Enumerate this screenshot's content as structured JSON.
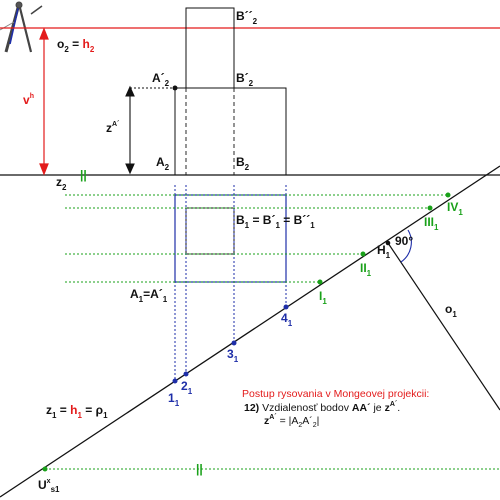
{
  "labels": {
    "b2pp": "B´´",
    "b2pp_sub": "2",
    "o2": "o",
    "o2_sub": "2",
    "o2_eq": "=",
    "h2": "h",
    "h2_sub": "2",
    "a2p": "A´",
    "a2p_sub": "2",
    "b2p": "B´",
    "b2p_sub": "2",
    "vh": "v",
    "vh_sup": "h",
    "za": "z",
    "za_sup": "A´",
    "a2": "A",
    "a2_sub": "2",
    "b2": "B",
    "b2_sub": "2",
    "z2": "z",
    "z2_sub": "2",
    "b1": "B",
    "b1_sub": "1",
    "b1_rest": "= B´",
    "b1_rest_sub": "1",
    "b1_rest2": "= B´´",
    "b1_rest2_sub": "1",
    "a1": "A",
    "a1_sub": "1",
    "a1_eq": "=A´",
    "a1_eq_sub": "1",
    "angle": "90°",
    "h1": "H",
    "h1_sub": "1",
    "o1": "o",
    "o1_sub": "1",
    "iv1": "IV",
    "iv1_sub": "1",
    "iii1": "III",
    "iii1_sub": "1",
    "ii1": "II",
    "ii1_sub": "1",
    "i1": "I",
    "i1_sub": "1",
    "n4": "4",
    "n4_sub": "1",
    "n3": "3",
    "n3_sub": "1",
    "n2": "2",
    "n2_sub": "1",
    "n1": "1",
    "n1_sub": "1",
    "z1": "z",
    "z1_sub": "1",
    "z1_eq": "=",
    "h1b": "h",
    "h1b_sub": "1",
    "rho_eq": "= ρ",
    "rho_sub": "1",
    "ux": "U",
    "ux_sup": "x",
    "ux_sub": "s1"
  },
  "note": {
    "title": "Postup rysovania v Mongeovej projekcii:",
    "step_num": "12)",
    "step_text": "Vzdialenosť bodov",
    "step_aa": "AA´",
    "step_je": "je",
    "step_z": "z",
    "step_z_sup": "A´",
    "step_dot": ".",
    "formula_z": "z",
    "formula_z_sup": "A´",
    "formula_eq": "= |A",
    "formula_a2_sub": "2",
    "formula_mid": "A´",
    "formula_mid_sub": "2",
    "formula_end": "|"
  },
  "parallel_marks": [
    "||",
    "||"
  ],
  "colors": {
    "red": "#e31b1b",
    "blue": "#1e2ea8",
    "green": "#1aa11a",
    "black": "#111111"
  },
  "icons": [
    "compass-icon"
  ]
}
